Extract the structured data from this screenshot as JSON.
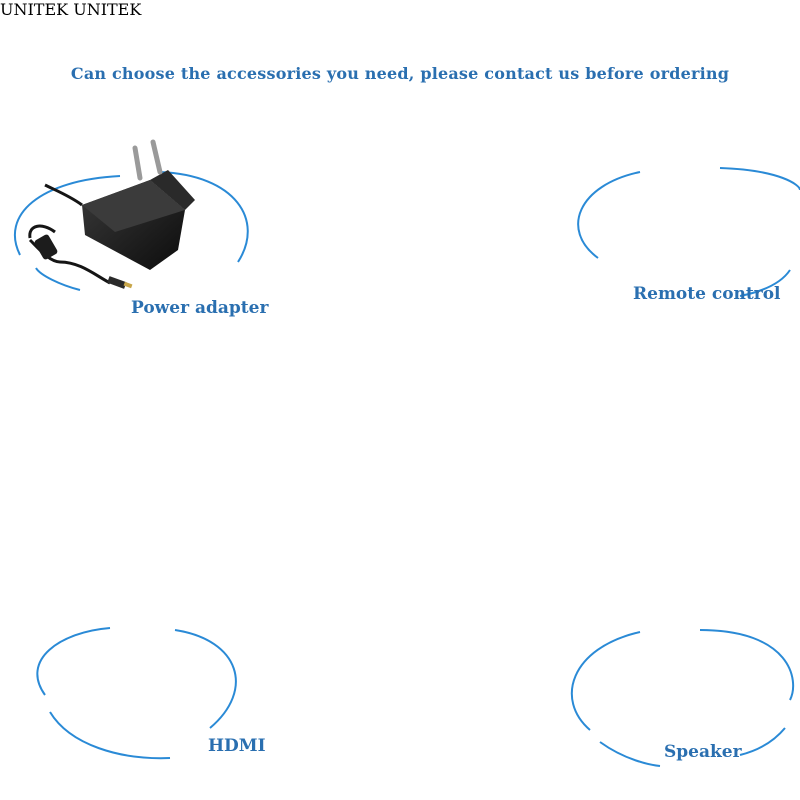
{
  "banner": "Can choose the accessories you need, please contact us before ordering",
  "labels": {
    "power_adapter": "Power adapter",
    "remote_control": "Remote control",
    "hdmi": "HDMI",
    "speaker": "Speaker"
  },
  "hdmi_cable": {
    "connector_text_left": "UNITEK",
    "connector_text_right": "UNITEK"
  },
  "colors": {
    "label_blue": "#2a6fb0",
    "ellipse_blue": "#2a8ad6",
    "pcb_green": "#1f7a3a",
    "ribbon_red": "#c8384a",
    "remote_black": "#1b1b1b"
  }
}
